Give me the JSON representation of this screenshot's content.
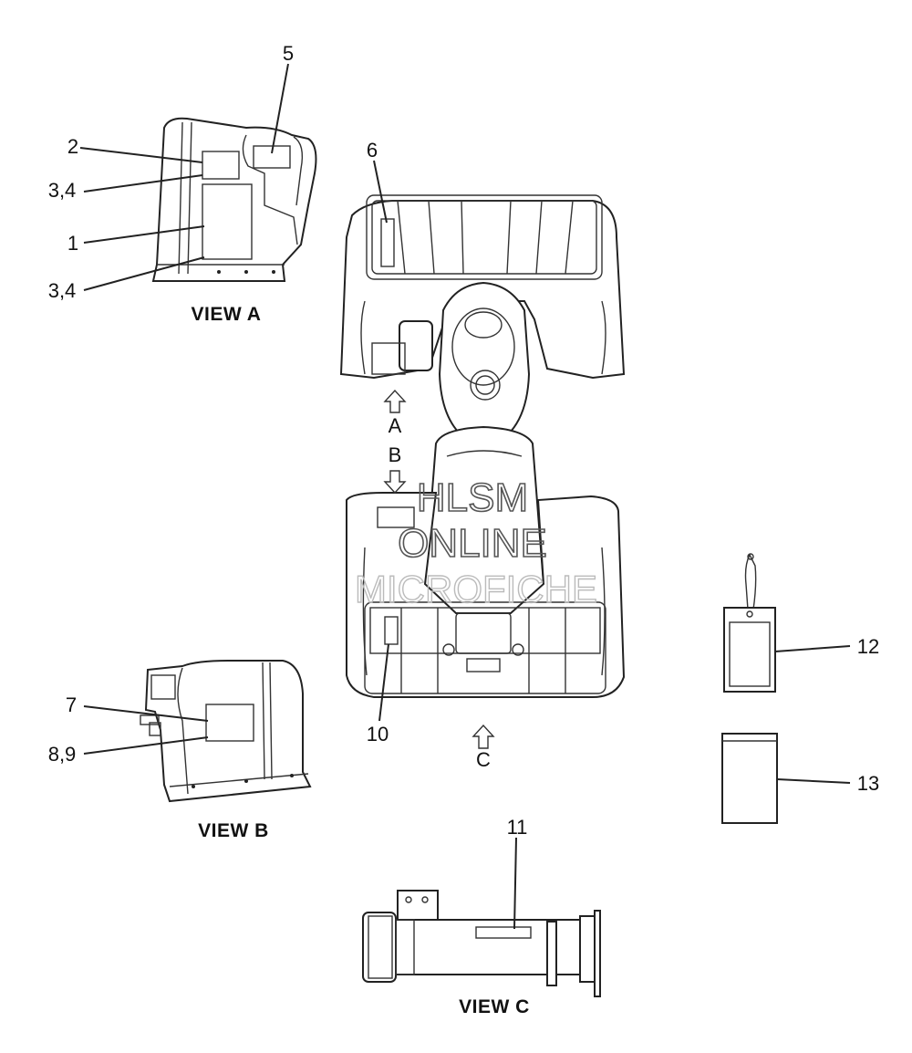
{
  "callouts": {
    "c1": "1",
    "c2": "2",
    "c3a": "3,4",
    "c3b": "3,4",
    "c5": "5",
    "c6": "6",
    "c7": "7",
    "c8": "8,9",
    "c10": "10",
    "c11": "11",
    "c12": "12",
    "c13": "13"
  },
  "views": {
    "a": "VIEW A",
    "b": "VIEW B",
    "c": "VIEW C"
  },
  "arrows": {
    "a": "A",
    "b": "B",
    "c": "C"
  },
  "watermark": {
    "line1": "HLSM",
    "line2": "ONLINE",
    "line3": "MICROFICHE"
  }
}
